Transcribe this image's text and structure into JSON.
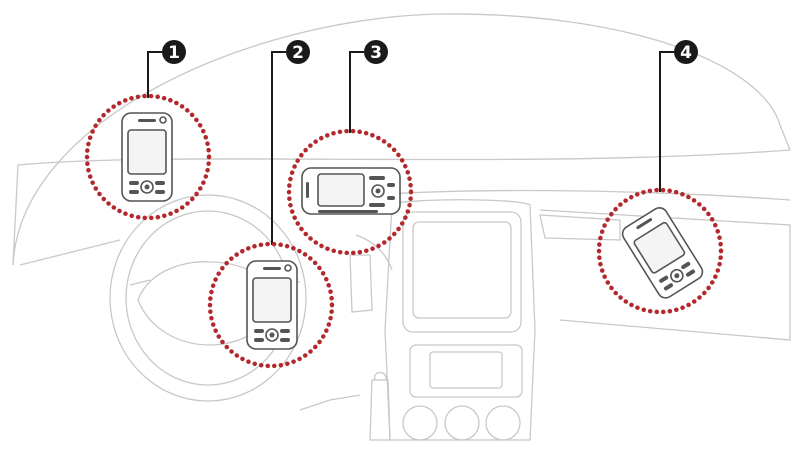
{
  "diagram": {
    "callouts": [
      {
        "id": "1",
        "label": "❶"
      },
      {
        "id": "2",
        "label": "❷"
      },
      {
        "id": "3",
        "label": "❸"
      },
      {
        "id": "4",
        "label": "❹"
      }
    ],
    "colors": {
      "line": "#c8c8c8",
      "device": "#555555",
      "highlight": "#b3282d",
      "badge": "#1a1a1a"
    }
  }
}
